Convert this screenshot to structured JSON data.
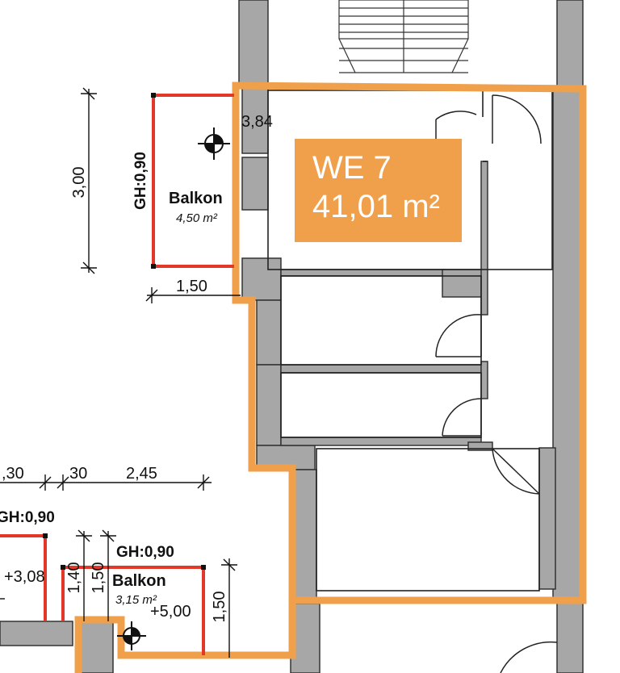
{
  "unit": {
    "name": "WE 7",
    "area": "41,01 m²"
  },
  "balcony_upper": {
    "label": "Balkon",
    "area": "4,50 m²",
    "railing": "GH:0,90",
    "depth": "1,50",
    "width": "3,00",
    "wall_dim": "3,84"
  },
  "balcony_lower": {
    "label": "Balkon",
    "area": "3,15 m²",
    "railing": "GH:0,90",
    "depth": "1,50"
  },
  "balcony_left": {
    "railing": "GH:0,90",
    "elevation": "+3,08"
  },
  "dimensions": {
    "d1": ",30",
    "d2": "30",
    "d3": "2,45",
    "v1": "1,40",
    "v2": "1,50",
    "elevation_lower": "+5,00"
  },
  "colors": {
    "wall": "#a7a7a7",
    "unit_outline": "#f0a04b",
    "balcony_outline": "#e2382a",
    "tag_text": "#ffffff"
  }
}
